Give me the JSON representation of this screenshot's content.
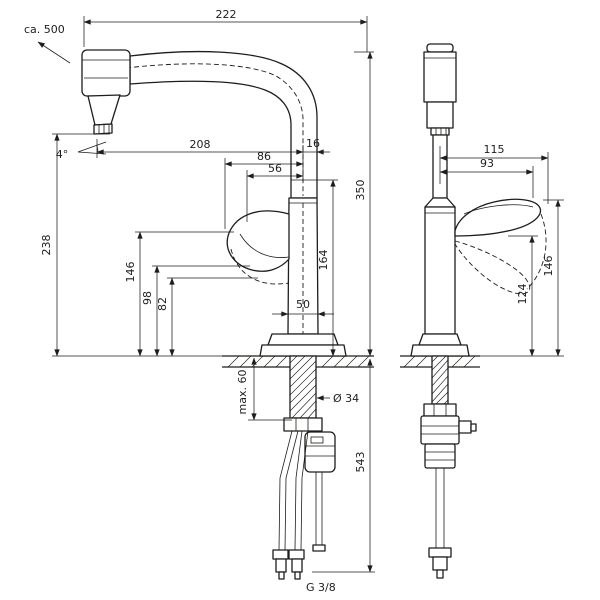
{
  "drawing": {
    "type": "technical-dimension-drawing",
    "ink": "#1d1d1b",
    "labels": {
      "ca_500": "ca. 500",
      "d222": "222",
      "d208": "208",
      "d16": "16",
      "d86": "86",
      "d56": "56",
      "angle_4": "4°",
      "d238": "238",
      "d146_left": "146",
      "d98": "98",
      "d82": "82",
      "d350": "350",
      "d164": "164",
      "d50": "50",
      "max_60": "max. 60",
      "dia_34": "Ø 34",
      "d543": "543",
      "g_38": "G 3/8",
      "d115": "115",
      "d93": "93",
      "d146_right": "146",
      "d124": "124"
    }
  }
}
